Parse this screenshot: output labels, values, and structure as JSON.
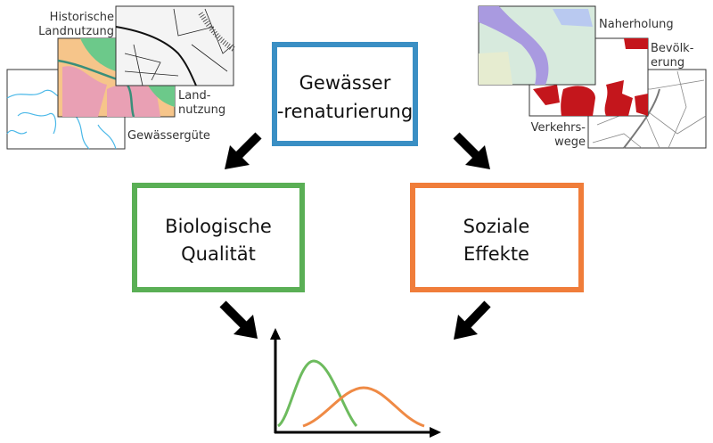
{
  "left_maps": {
    "historic_line1": "Historische",
    "historic_line2": "Landnutzung",
    "landuse_line1": "Land-",
    "landuse_line2": "nutzung",
    "water_quality": "Gewässergüte"
  },
  "right_maps": {
    "recreation": "Naherholung",
    "population_line1": "Bevölk-",
    "population_line2": "erung",
    "traffic_line1": "Verkehrs-",
    "traffic_line2": "wege"
  },
  "boxes": {
    "top": {
      "line1": "Gewässer",
      "line2": "-renaturierung",
      "color": "#3a8fc4"
    },
    "left": {
      "line1": "Biologische",
      "line2": "Qualität",
      "color": "#5aaf55"
    },
    "right": {
      "line1": "Soziale",
      "line2": "Effekte",
      "color": "#f07d3a"
    }
  },
  "curves": {
    "green": "#6dbb5e",
    "orange": "#ef8a45"
  }
}
